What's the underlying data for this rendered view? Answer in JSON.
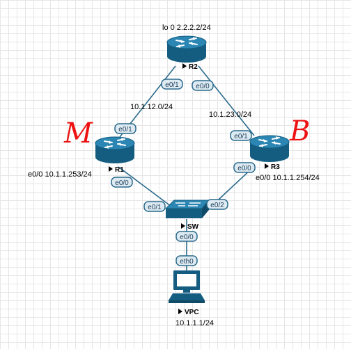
{
  "nodes": {
    "r1": {
      "name": "R1"
    },
    "r2": {
      "name": "R2"
    },
    "r3": {
      "name": "R3"
    },
    "sw": {
      "name": "SW"
    },
    "vpc": {
      "name": "VPC"
    }
  },
  "labels": {
    "r2_loopback": "lo 0 2.2.2.2/24",
    "net_r1_r2": "10.1.12.0/24",
    "net_r2_r3": "10.1.23.0/24",
    "r1_e00_ip": "e0/0  10.1.1.253/24",
    "r3_e00_ip": "e0/0  10.1.1.254/24",
    "vpc_ip": "10.1.1.1/24"
  },
  "ports": {
    "r2_e01": "e0/1",
    "r2_e00": "e0/0",
    "r1_e01": "e0/1",
    "r1_e00": "e0/0",
    "r3_e01": "e0/1",
    "r3_e00": "e0/0",
    "sw_e01": "e0/1",
    "sw_e02": "e0/2",
    "sw_e00": "e0/0",
    "vpc_eth0": "eth0"
  },
  "annotations": {
    "r1_mark": "M",
    "r3_mark": "B"
  },
  "colors": {
    "device_blue": "#1e6f97",
    "link": "#2a6a8c",
    "port_fill": "#ddeaf2",
    "annotation": "#e11111"
  }
}
